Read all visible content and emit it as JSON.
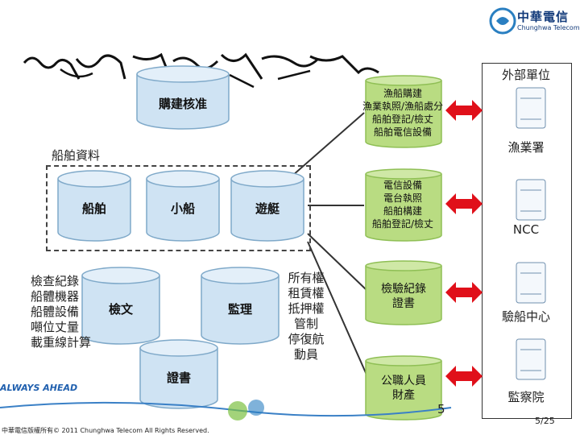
{
  "logo": {
    "name": "中華電信",
    "sub": "Chunghwa Telecom"
  },
  "external_units": {
    "title": "外部單位",
    "items": [
      {
        "label": "漁業署"
      },
      {
        "label": "NCC"
      },
      {
        "label": "驗船中心"
      },
      {
        "label": "監察院"
      }
    ]
  },
  "ship_data": {
    "label": "船舶資料"
  },
  "cylinders": {
    "build_approval": "購建核准",
    "ship": "船舶",
    "small_ship": "小船",
    "yacht": "遊艇",
    "inspection": "檢文",
    "supervision": "監理",
    "certificate": "證書"
  },
  "green_boxes": {
    "fishery": [
      "漁船購建",
      "漁業執照/漁船處分",
      "船舶登記/檢丈",
      "船舶電信設備"
    ],
    "telecom": [
      "電信設備",
      "電台執照",
      "船舶構建",
      "船舶登記/檢丈"
    ],
    "inspection": [
      "檢驗紀錄",
      "證書"
    ],
    "officials": [
      "公職人員",
      "財產"
    ]
  },
  "left_list": [
    "檢查紀錄",
    "船體機器",
    "船體設備",
    "噸位丈量",
    "載重線計算"
  ],
  "right_list": [
    "所有權",
    "租賃權",
    "抵押權",
    "管制",
    "停復航",
    "動員"
  ],
  "footer": {
    "slogan": "ALWAYS AHEAD",
    "copyright": "中華電信版權所有© 2011 Chunghwa Telecom All Rights Reserved.",
    "page": "5/25",
    "stray": "5"
  },
  "colors": {
    "cylinder_fill": "#cfe3f3",
    "cylinder_stroke": "#7fa9c9",
    "green_fill": "#b9dc82",
    "green_stroke": "#8fbf55",
    "arrow": "#e0101a"
  }
}
